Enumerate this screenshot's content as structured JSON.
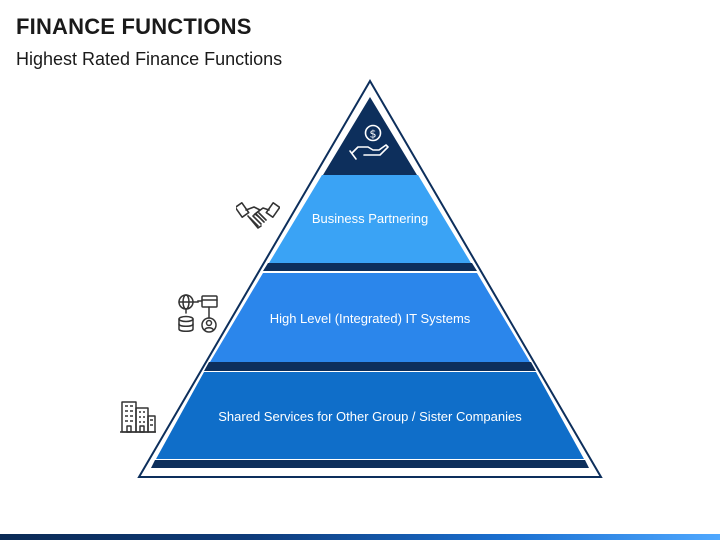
{
  "header": {
    "title": "FINANCE FUNCTIONS",
    "subtitle": "Highest Rated Finance Functions"
  },
  "colors": {
    "outline": "#0d2f5c",
    "apex": "#0d2f5c",
    "tier1": "#3aa3f5",
    "tier2": "#2b86eb",
    "tier3": "#0f6ec9",
    "band": "#0d2f5c"
  },
  "pyramid": {
    "apex_icon": "money-hand-icon",
    "tiers": [
      {
        "label": "Business Partnering",
        "icon": "handshake-icon"
      },
      {
        "label": "High Level (Integrated) IT Systems",
        "icon": "it-systems-icon"
      },
      {
        "label": "Shared Services for Other Group / Sister Companies",
        "icon": "office-buildings-icon"
      }
    ]
  }
}
